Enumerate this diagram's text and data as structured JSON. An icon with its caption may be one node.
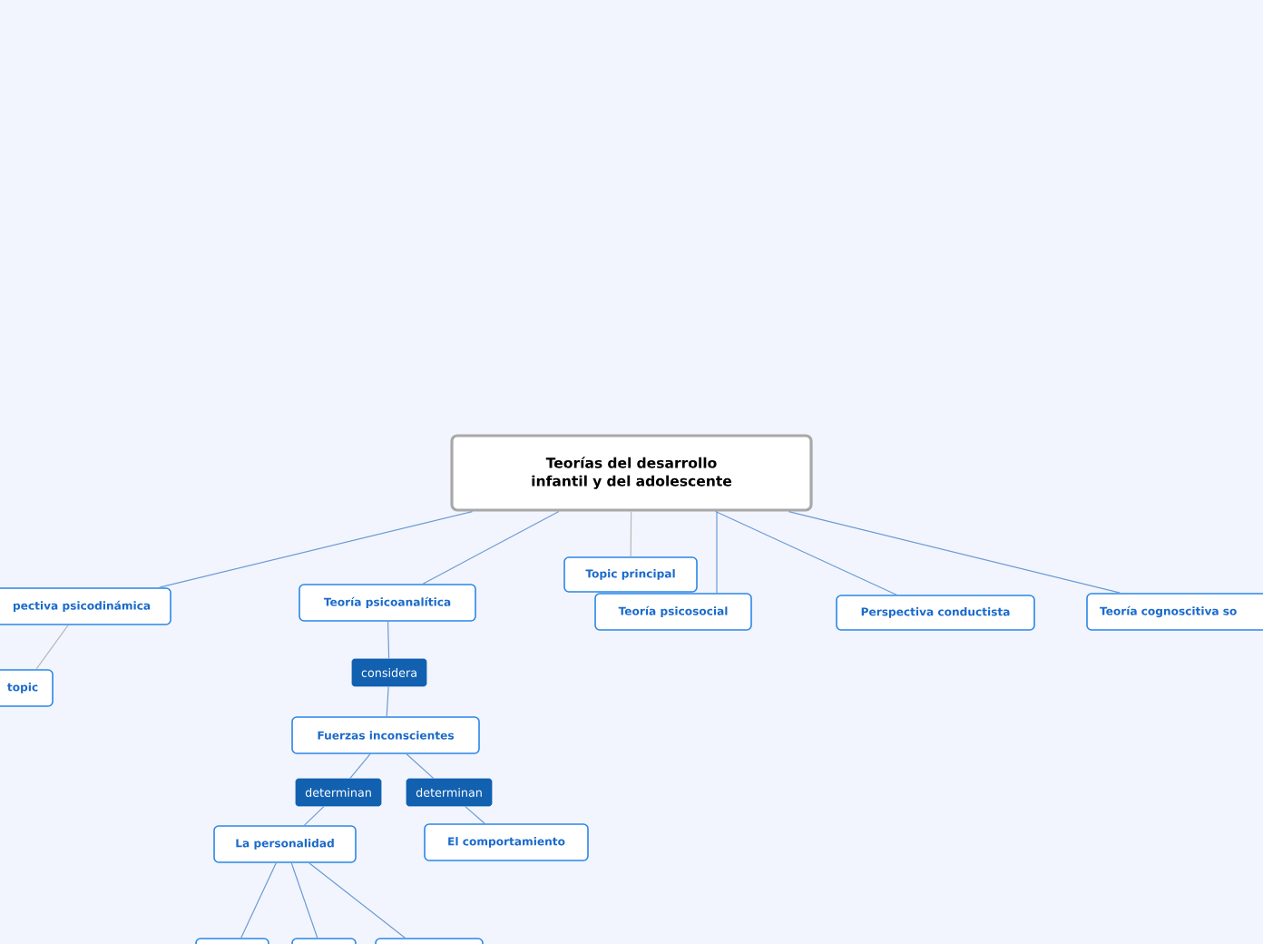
{
  "diagram": {
    "nodes": [
      {
        "text": [
          "Teorías del desarrollo infantil y del adolescente"
        ]
      },
      {
        "text": [
          "pectiva psicodinámica"
        ]
      },
      {
        "text": [
          "topic"
        ]
      },
      {
        "text": [
          "Teoría psicoanalítica"
        ]
      },
      {
        "text": [
          "considera"
        ]
      },
      {
        "text": [
          "Fuerzas inconscientes"
        ]
      },
      {
        "text": [
          "determinan"
        ]
      },
      {
        "text": [
          "determinan"
        ]
      },
      {
        "text": [
          "La personalidad"
        ]
      },
      {
        "text": [
          "El comportamiento"
        ]
      },
      {
        "text": [],
        "shape": "box"
      },
      {
        "text": [],
        "shape": "box"
      },
      {
        "text": [],
        "shape": "box"
      },
      {
        "text": [
          "Topic principal"
        ]
      },
      {
        "text": [
          "Teoría psicosocial"
        ]
      },
      {
        "text": [
          "Perspectiva conductista"
        ]
      },
      {
        "text": [
          "Teoría cognoscitiva so"
        ]
      }
    ],
    "edges": [
      {
        "from": 0,
        "to": 1,
        "arrow": "none"
      },
      {
        "from": 1,
        "to": 2,
        "arrow": "none",
        "color": "#b8b8b8"
      },
      {
        "from": 0,
        "to": 3,
        "arrow": "none"
      },
      {
        "from": 3,
        "to": 4,
        "arrow": "none"
      },
      {
        "from": 4,
        "to": 5,
        "arrow": "none"
      },
      {
        "from": 5,
        "to": 6,
        "arrow": "none"
      },
      {
        "from": 6,
        "to": 8,
        "arrow": "none"
      },
      {
        "from": 5,
        "to": 7,
        "arrow": "none"
      },
      {
        "from": 7,
        "to": 9,
        "arrow": "none"
      },
      {
        "from": 8,
        "to": 10,
        "arrow": "none"
      },
      {
        "from": 8,
        "to": 11,
        "arrow": "none"
      },
      {
        "from": 8,
        "to": 12,
        "arrow": "none"
      },
      {
        "from": 0,
        "to": 13,
        "arrow": "none",
        "color": "#b8b8b8"
      },
      {
        "from": 0,
        "to": 14,
        "arrow": "none"
      },
      {
        "from": 0,
        "to": 15,
        "arrow": "none"
      },
      {
        "from": 0,
        "to": 16,
        "arrow": "none"
      }
    ]
  }
}
